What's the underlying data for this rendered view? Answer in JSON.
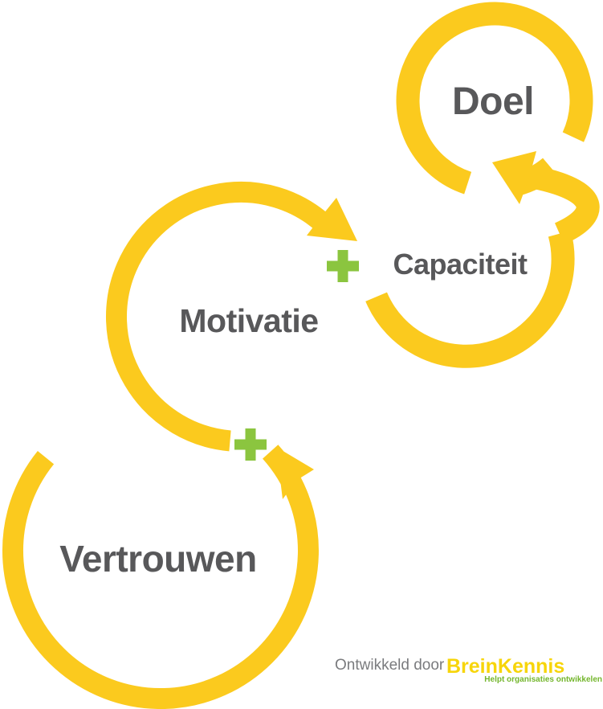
{
  "diagram": {
    "nodes": [
      {
        "id": "doel",
        "label": "Doel"
      },
      {
        "id": "capaciteit",
        "label": "Capaciteit"
      },
      {
        "id": "motivatie",
        "label": "Motivatie"
      },
      {
        "id": "vertrouwen",
        "label": "Vertrouwen"
      }
    ],
    "icons": {
      "plus": "+"
    },
    "flow": [
      "Vertrouwen + Motivatie",
      "Motivatie + Capaciteit",
      "Capaciteit -> Doel"
    ]
  },
  "footer": {
    "credit": "Ontwikkeld door",
    "brand": "BreinKennis",
    "tagline": "Helpt organisaties ontwikkelen"
  },
  "colors": {
    "background": "#FFFFFF",
    "ring_yellow": "#FBCA1E",
    "plus_green": "#8BC53F",
    "label_gray": "#58585A",
    "credit_gray": "#7A7B7E",
    "brand_yellow": "#F7D50A",
    "tagline_green": "#74B62D"
  }
}
